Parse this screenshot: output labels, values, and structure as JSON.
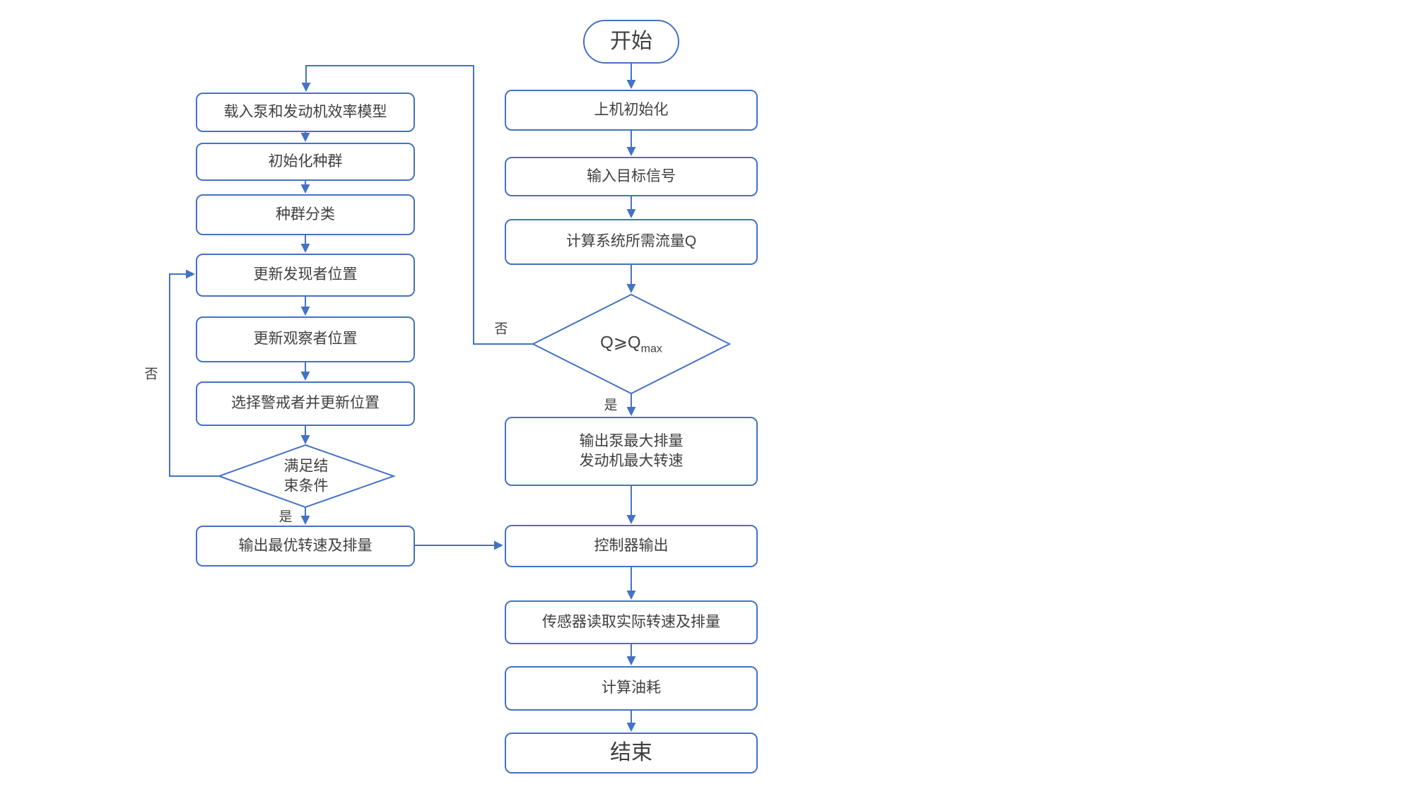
{
  "colors": {
    "accent": "#4472C4",
    "text": "#3F3F3F",
    "background": "#FFFFFF"
  },
  "diagram": {
    "start": {
      "label": "开始"
    },
    "left": {
      "load_model": "载入泵和发动机效率模型",
      "init_population": "初始化种群",
      "classify": "种群分类",
      "update_discoverer": "更新发现者位置",
      "update_observer": "更新观察者位置",
      "select_vigilant": "选择警戒者并更新位置",
      "condition_line1": "满足结",
      "condition_line2": "束条件",
      "output_optimal": "输出最优转速及排量"
    },
    "right": {
      "machine_init": "上机初始化",
      "input_signal": "输入目标信号",
      "compute_flow": "计算系统所需流量Q",
      "q_base": "Q⩾Q",
      "q_sub": "max",
      "max_output_line1": "输出泵最大排量",
      "max_output_line2": "发动机最大转速",
      "controller_output": "控制器输出",
      "sensor_read": "传感器读取实际转速及排量",
      "compute_fuel": "计算油耗",
      "end": "结束"
    },
    "edge_labels": {
      "q_no": "否",
      "q_yes": "是",
      "cond_no": "否",
      "cond_yes": "是"
    }
  }
}
